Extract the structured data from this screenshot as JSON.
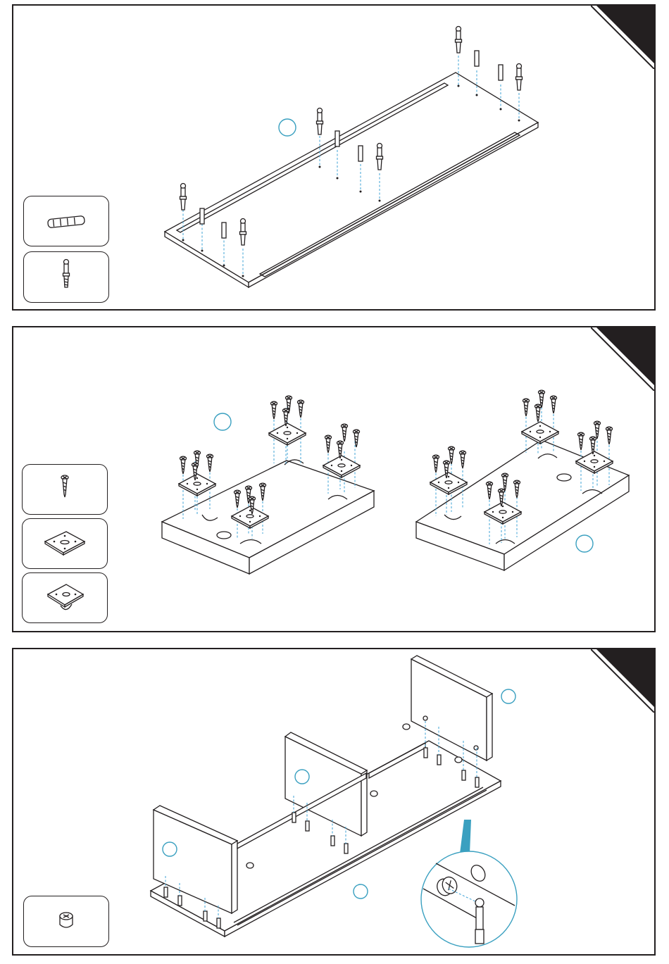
{
  "colors": {
    "line": "#231f20",
    "guide": "#3fa3d6",
    "callout": "#3aa0c0",
    "corner": "#231f20"
  },
  "steps": [
    {
      "parts": [
        "wooden-dowel",
        "cam-bolt"
      ]
    },
    {
      "parts": [
        "wood-screw",
        "mounting-plate",
        "caster-plate"
      ]
    },
    {
      "parts": [
        "cam-lock"
      ]
    }
  ]
}
